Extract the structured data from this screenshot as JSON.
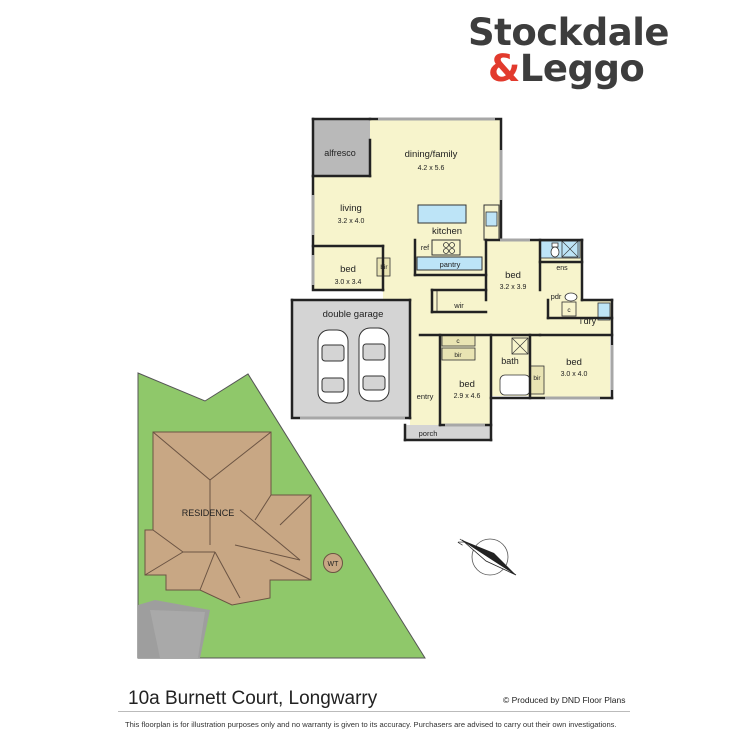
{
  "brand": {
    "line1": "Stockdale",
    "amp": "&",
    "line2": "Leggo",
    "accent_color": "#e23a2d",
    "text_color": "#3d3d3d"
  },
  "rooms": {
    "alfresco": {
      "name": "alfresco"
    },
    "dining_family": {
      "name": "dining/family",
      "size": "4.2 x 5.6"
    },
    "living": {
      "name": "living",
      "size": "3.2 x 4.0"
    },
    "kitchen": {
      "name": "kitchen"
    },
    "ref": {
      "name": "ref"
    },
    "pantry": {
      "name": "pantry"
    },
    "bed_left": {
      "name": "bed",
      "size": "3.0 x 3.4"
    },
    "bir_left": {
      "name": "bir"
    },
    "bed_master": {
      "name": "bed",
      "size": "3.2 x 3.9"
    },
    "ens": {
      "name": "ens"
    },
    "pdr": {
      "name": "pdr"
    },
    "wir": {
      "name": "wir"
    },
    "c_dry": {
      "name": "c"
    },
    "ldry": {
      "name": "l'dry"
    },
    "double_garage": {
      "name": "double garage"
    },
    "c_mid": {
      "name": "c"
    },
    "bir_mid": {
      "name": "bir"
    },
    "bath": {
      "name": "bath"
    },
    "bed_mid": {
      "name": "bed",
      "size": "2.9 x 4.6"
    },
    "bir_right": {
      "name": "bir"
    },
    "bed_right": {
      "name": "bed",
      "size": "3.0 x 4.0"
    },
    "entry": {
      "name": "entry"
    },
    "porch": {
      "name": "porch"
    }
  },
  "site": {
    "residence_label": "RESIDENCE",
    "water_tank_label": "WT"
  },
  "colors": {
    "room_fill": "#f7f4cc",
    "garage_fill": "#d4d4d4",
    "alfresco_fill": "#b9b9b9",
    "lawn_fill": "#8fc86a",
    "roof_fill": "#c8a784",
    "driveway_fill": "#9e9e9e",
    "wall": "#222222"
  },
  "footer": {
    "address": "10a Burnett Court, Longwarry",
    "produced_by": "© Produced by DND Floor Plans",
    "disclaimer": "This floorplan is for illustration purposes only and no warranty is given to its accuracy. Purchasers are advised to carry out their own investigations."
  }
}
